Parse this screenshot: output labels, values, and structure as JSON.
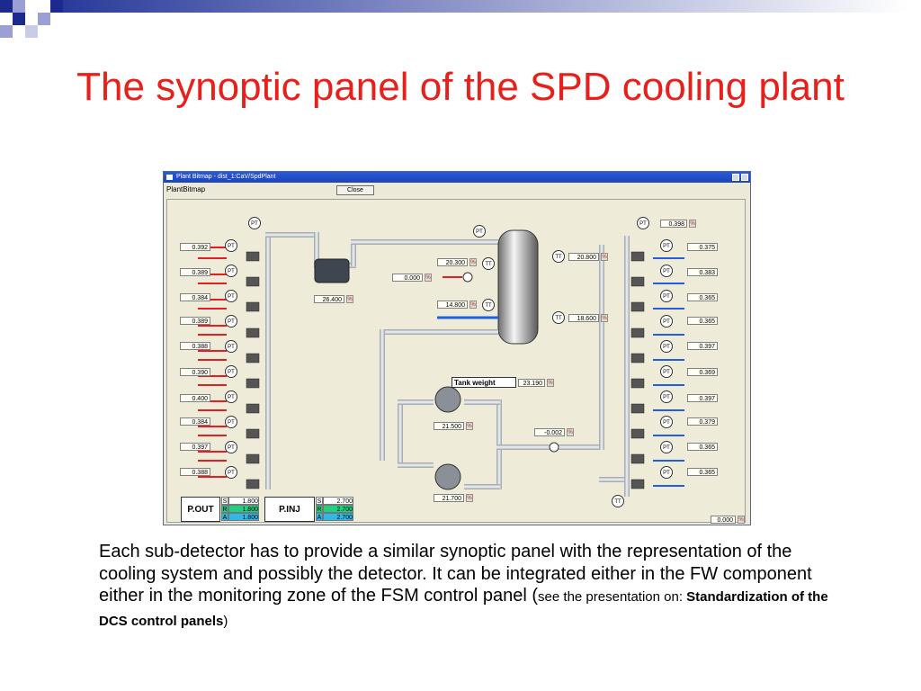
{
  "slide": {
    "title": "The synoptic panel of the SPD cooling plant",
    "accent_color": "#e8201c"
  },
  "window": {
    "titlebar": "Plant Bitmap - dist_1:CaV/SpdPlant",
    "panel_label": "PlantBitmap",
    "close_label": "Close"
  },
  "left_rack": {
    "values": [
      "0.392",
      "0.389",
      "0.384",
      "0.389",
      "0.388",
      "0.390",
      "0.400",
      "0.384",
      "0.397",
      "0.388"
    ],
    "sensor_label": "PT"
  },
  "right_rack": {
    "values": [
      "0.375",
      "0.383",
      "0.365",
      "0.365",
      "0.397",
      "0.369",
      "0.397",
      "0.379",
      "0.365",
      "0.365"
    ],
    "sensor_label": "PT",
    "top_pt_value": "0.398"
  },
  "plant": {
    "pump_motor_value": "26.400",
    "tank_pt_value": "20.300",
    "valve_value": "0.000",
    "inlet_tt_value": "14.800",
    "tank_tt_top_value": "20.800",
    "tank_tt_bottom_value": "18.600",
    "tank_weight_label": "Tank weight",
    "tank_weight_value": "23.190",
    "pump1_value": "21.500",
    "pump2_value": "21.700",
    "flow_value": "-0.002",
    "bottom_right_value": "0.000",
    "tt_label": "TT",
    "pt_label": "PT",
    "tag_label": "%"
  },
  "legend": {
    "pout_label": "P.OUT",
    "pinj_label": "P.INJ",
    "rows": [
      {
        "key": "S",
        "pout": "1.800",
        "pinj": "2.700",
        "color": "#ffffff"
      },
      {
        "key": "R",
        "pout": "1.800",
        "pinj": "2.700",
        "color": "#1fd080"
      },
      {
        "key": "A",
        "pout": "1.800",
        "pinj": "2.700",
        "color": "#30b8e8"
      }
    ]
  },
  "body": {
    "text_main": "Each sub-detector has to provide a similar synoptic panel with the representation of the cooling system and possibly the detector. It can be integrated either in the FW component either in the monitoring zone of the FSM control panel (",
    "text_small": "see the presentation on: ",
    "text_bold": "Standardization of the DCS control panels",
    "text_end": ")"
  },
  "colors": {
    "supply_arrow": "#e02020",
    "return_arrow": "#2060e0",
    "pipe": "#c8ccd4"
  }
}
